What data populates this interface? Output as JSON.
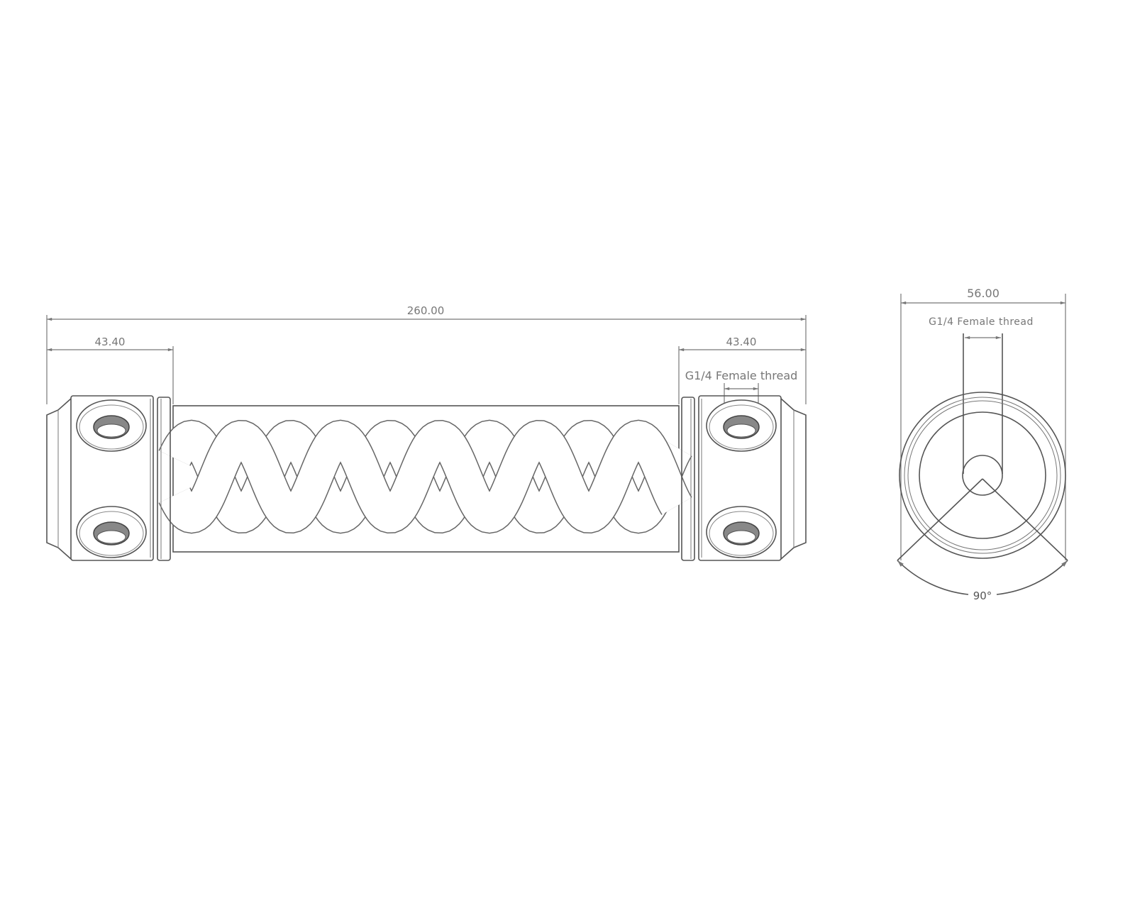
{
  "side_view": {
    "overall_length": "260.00",
    "left_cap_length": "43.40",
    "right_cap_length": "43.40",
    "thread_label": "G1/4 Female thread"
  },
  "end_view": {
    "diameter": "56.00",
    "thread_label": "G1/4 Female thread",
    "angle": "90°"
  },
  "colors": {
    "line": "#555555",
    "dimension": "#777777"
  }
}
